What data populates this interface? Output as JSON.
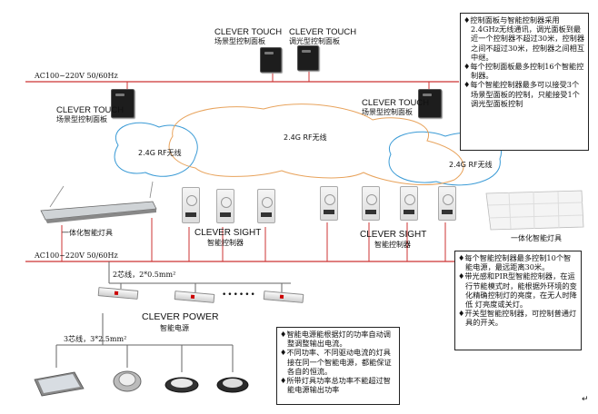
{
  "top_labels": {
    "panel_scene_1_brand": "CLEVER TOUCH",
    "panel_scene_1_name": "场景型控制面板",
    "panel_dimmer_brand": "CLEVER TOUCH",
    "panel_dimmer_name": "调光型控制面板",
    "panel_left_brand": "CLEVER TOUCH",
    "panel_left_name": "场景型控制面板",
    "panel_right_brand": "CLEVER TOUCH",
    "panel_right_name": "场景型控制面板"
  },
  "bus": {
    "ac_top": "AC100~220V 50/60Hz",
    "ac_bottom": "AC100~220V 50/60Hz",
    "wire_2": "2芯线，2*0.5mm²",
    "wire_3": "3芯线，3*2.5mm²"
  },
  "rf": {
    "left": "2.4G RF无线",
    "center": "2.4G RF无线",
    "right": "2.4G RF无线"
  },
  "devices": {
    "fixture_left": "一体化智能灯具",
    "fixture_right": "一体化智能灯具",
    "sight_left_brand": "CLEVER SIGHT",
    "sight_left_name": "智能控制器",
    "sight_right_brand": "CLEVER SIGHT",
    "sight_right_name": "智能控制器",
    "power_brand": "CLEVER POWER",
    "power_name": "智能电源",
    "dots": "••••••"
  },
  "notes": {
    "top_right": [
      "♦控制面板与智能控制器采用2.4GHz无线通讯，调光面板到最近一个控制器不超过30米，控制器之间不超过30米，控制器之间相互中继。",
      "♦每个控制面板最多控制16个智能控制器。",
      "♦每个智能控制器最多可以接受3个场景型面板的控制，只能接受1个调光型面板控制"
    ],
    "mid_right": [
      "♦每个智能控制器最多控制10个智能电源，最远距离30米。",
      "♦带光感和PIR型智能控制器，在运行节能模式时，能根据外环境的变化精确控制灯的亮度，在无人时降低 灯亮度或关灯。",
      "♦开关型智能控制器，可控制普通灯具的开关。"
    ],
    "bottom_center": [
      "♦智能电源能根据灯的功率自动调整调整输出电流。",
      "♦不同功率、不同驱动电流的灯具接在同一个智能电源，都能保证各自的恒流。",
      "♦所带灯具功率总功率不能超过智能电源输出功率"
    ]
  },
  "return_mark": "↵",
  "colors": {
    "ac_line": "#cc3333",
    "rf_blue": "#3b9bd6",
    "rf_orange": "#e8a35c"
  }
}
